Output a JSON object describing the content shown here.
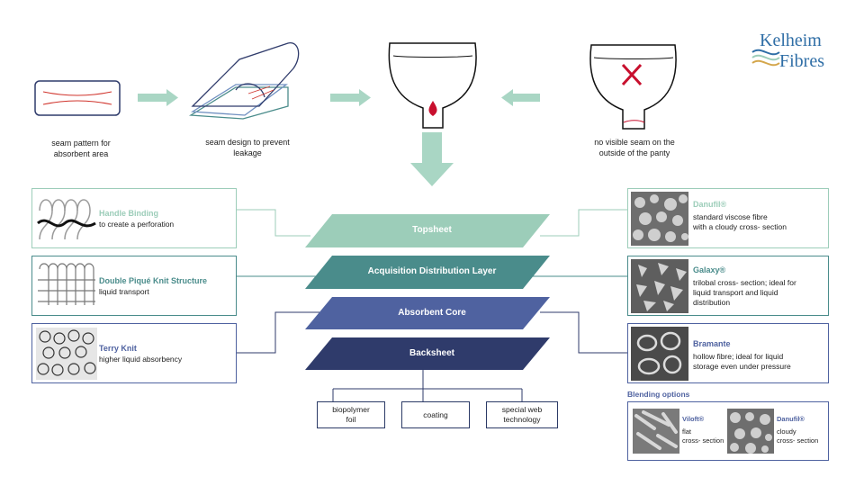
{
  "logo": {
    "line1": "Kelheim",
    "line2": "Fibres"
  },
  "process": [
    {
      "caption": "seam pattern for\nabsorbent area"
    },
    {
      "caption": "seam design to prevent\nleakage"
    },
    {
      "caption": "no visible seam on the\noutside of the panty"
    }
  ],
  "layers": [
    {
      "label": "Topsheet",
      "color": "#9ccdb9"
    },
    {
      "label": "Acquisition Distribution Layer",
      "color": "#4a8c8b"
    },
    {
      "label": "Absorbent Core",
      "color": "#4f62a0"
    },
    {
      "label": "Backsheet",
      "color": "#2f3b6b"
    }
  ],
  "left_boxes": [
    {
      "title": "Handle Binding",
      "desc": "to create a perforation",
      "color": "#9ccdb9"
    },
    {
      "title": "Double Piqué Knit Structure",
      "desc": "liquid transport",
      "color": "#4a8c8b"
    },
    {
      "title": "Terry Knit",
      "desc": "higher liquid absorbency",
      "color": "#4f62a0"
    }
  ],
  "right_boxes": [
    {
      "title": "Danufil®",
      "desc": "standard viscose fibre\nwith a cloudy cross- section",
      "color": "#9ccdb9"
    },
    {
      "title": "Galaxy®",
      "desc": "trilobal cross- section; ideal for\nliquid transport and liquid\ndistribution",
      "color": "#4a8c8b"
    },
    {
      "title": "Bramante",
      "desc": "hollow fibre; ideal for liquid\nstorage even under pressure",
      "color": "#4f62a0"
    }
  ],
  "blending": {
    "heading": "Blending options",
    "items": [
      {
        "title": "Viloft®",
        "desc": "flat\ncross- section"
      },
      {
        "title": "Danufil®",
        "desc": "cloudy\ncross- section"
      }
    ]
  },
  "backsheet_options": [
    "biopolymer\nfoil",
    "coating",
    "special web\ntechnology"
  ]
}
